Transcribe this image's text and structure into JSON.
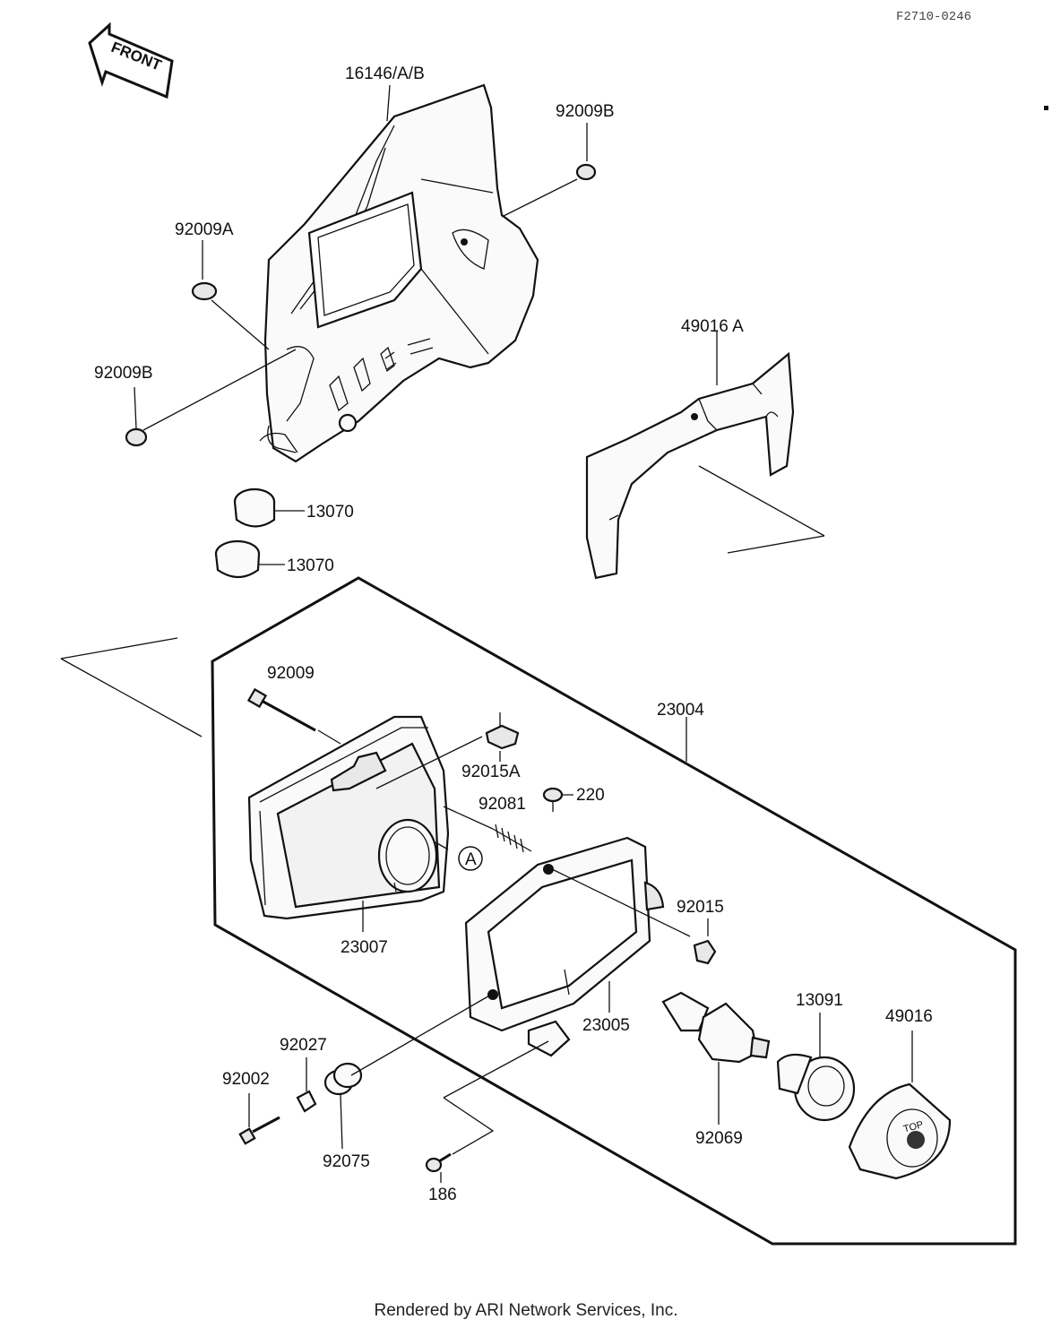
{
  "diagram_code": "F2710-0246",
  "front_arrow": {
    "label": "FRONT",
    "icon": "front-direction-arrow-icon"
  },
  "callouts": {
    "c16146": "16146/A/B",
    "c92009B_top": "92009B",
    "c92009A": "92009A",
    "c92009B_left": "92009B",
    "c49016A": "49016 A",
    "c13070_a": "13070",
    "c13070_b": "13070",
    "c92009": "92009",
    "c23004": "23004",
    "c92015A": "92015A",
    "c220": "220",
    "c92081": "92081",
    "ref_A": "A",
    "c23007": "23007",
    "c92015": "92015",
    "c23005": "23005",
    "c13091": "13091",
    "c49016": "49016",
    "c92027": "92027",
    "c92002": "92002",
    "c92075": "92075",
    "c92069": "92069",
    "c186": "186"
  },
  "socket_cap_text": "TOP",
  "footer": "Rendered by ARI Network Services, Inc."
}
